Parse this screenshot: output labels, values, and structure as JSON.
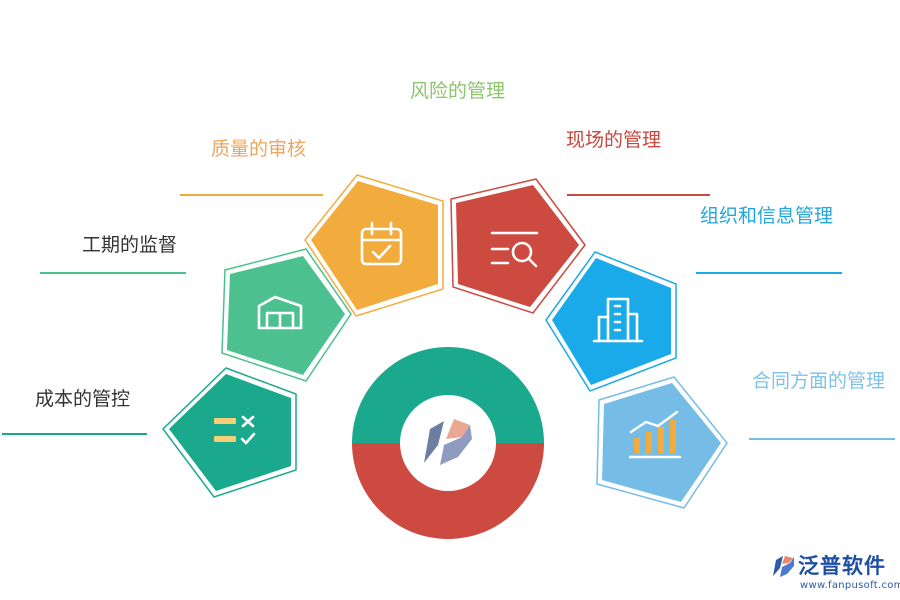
{
  "colors": {
    "mintgreen": "#1aa98d",
    "green": "#4dc08f",
    "orange": "#f2ac3e",
    "red": "#cc4a3f",
    "blue": "#1aaae9",
    "lightblue": "#75bde6",
    "label_green": "#8cc56a",
    "label_orange": "#eea55f",
    "label_red": "#c9473d",
    "label_blue": "#23a6dc",
    "label_lightblue": "#7fc2e8",
    "label_dark": "#333333"
  },
  "items": [
    {
      "key": "cost",
      "label": "成本的管控",
      "icon": "checklist-icon"
    },
    {
      "key": "schedule",
      "label": "工期的监督",
      "icon": "warehouse-icon"
    },
    {
      "key": "quality",
      "label": "质量的审核",
      "icon": "calendar-check-icon"
    },
    {
      "key": "risk",
      "label": "风险的管理",
      "icon": ""
    },
    {
      "key": "site",
      "label": "现场的管理",
      "icon": "search-list-icon"
    },
    {
      "key": "org",
      "label": "组织和信息管理",
      "icon": "building-icon"
    },
    {
      "key": "contract",
      "label": "合同方面的管理",
      "icon": "bar-chart-icon"
    }
  ],
  "center": {
    "icon": "fanpu-logo-icon",
    "top_color": "#1aa98d",
    "bottom_color": "#cc4a3f"
  },
  "brand": {
    "name": "泛普软件",
    "url": "www.fanpusoft.com",
    "icon": "fanpu-brand-icon"
  }
}
